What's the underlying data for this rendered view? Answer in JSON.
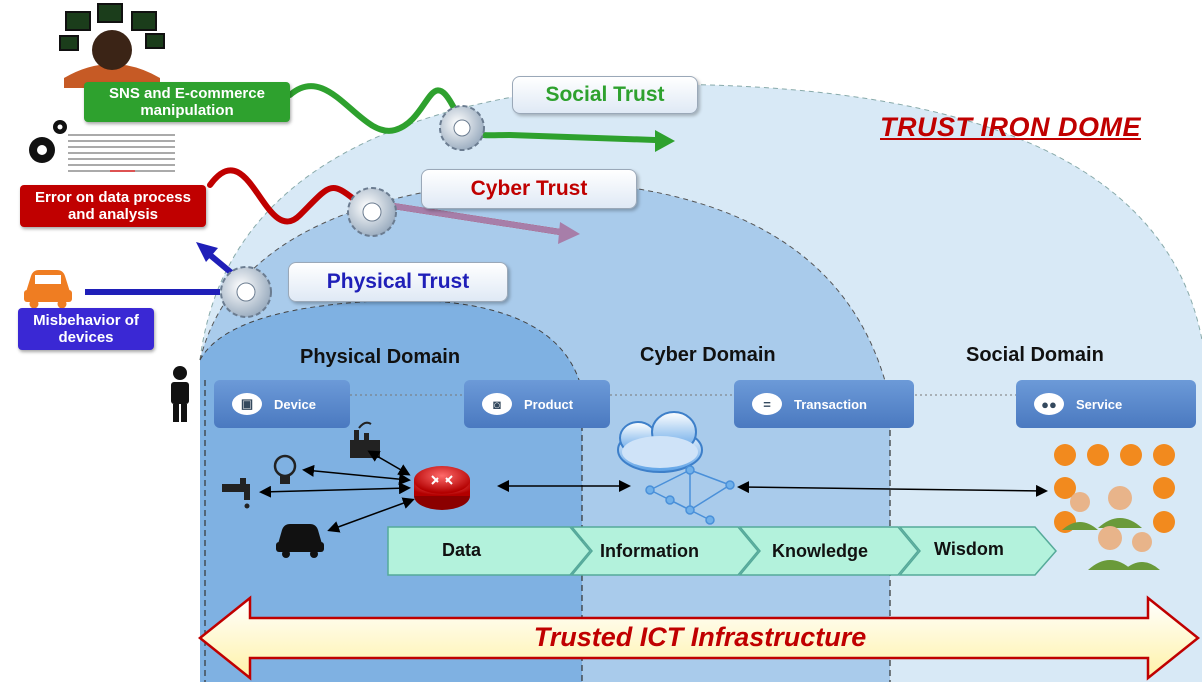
{
  "dome_title": "TRUST IRON DOME",
  "trust_levels": {
    "social": "Social Trust",
    "cyber": "Cyber Trust",
    "physical": "Physical Trust"
  },
  "threats": {
    "sns": "SNS and  E-commerce manipulation",
    "error": "Error on data process and analysis",
    "misbehavior": "Misbehavior of devices"
  },
  "domains": {
    "physical": "Physical Domain",
    "cyber": "Cyber Domain",
    "social": "Social Domain"
  },
  "layers": {
    "device": "Device",
    "product": "Product",
    "transaction": "Transaction",
    "service": "Service"
  },
  "dikw": [
    "Data",
    "Information",
    "Knowledge",
    "Wisdom"
  ],
  "infrastructure": "Trusted ICT Infrastructure",
  "colors": {
    "social_green": "#2ea12e",
    "cyber_red": "#c00000",
    "physical_blue": "#1f1fb8",
    "dome_light": "#d6e8f6",
    "dome_mid": "#a8cbeb",
    "dome_dark": "#7fb1e2",
    "dikw_fill": "#b3f2dc",
    "infra_fill": "#fff8c8"
  },
  "icons": [
    "gear-icon",
    "car-icon",
    "person-icon",
    "router-icon",
    "cloud-icon",
    "factory-icon",
    "bulb-icon",
    "faucet-icon",
    "users-icon"
  ]
}
